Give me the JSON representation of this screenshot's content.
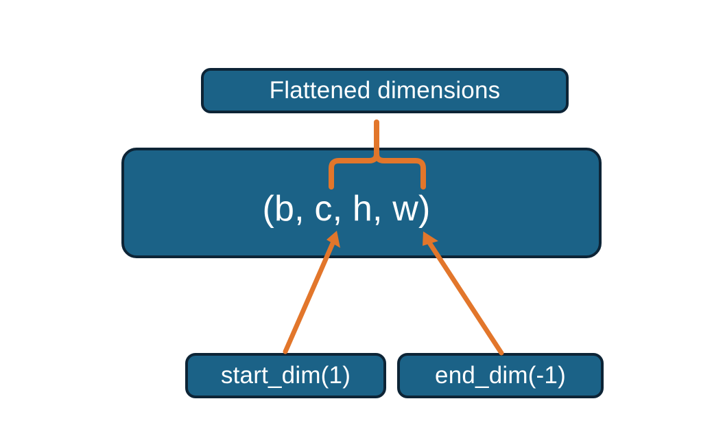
{
  "diagram": {
    "title_box": {
      "label": "Flattened dimensions"
    },
    "tensor_box": {
      "label": "(b, c, h, w)"
    },
    "arg_boxes": [
      {
        "label": "start_dim(1)"
      },
      {
        "label": "end_dim(-1)"
      }
    ],
    "connectors": {
      "brace": {
        "name": "curly-brace-connector",
        "from": "tensor_box",
        "to": "title_box",
        "spans_dims": "c, h, w"
      },
      "arrows": [
        {
          "name": "start-dim-arrow",
          "from": "start_dim(1)",
          "to": "c"
        },
        {
          "name": "end-dim-arrow",
          "from": "end_dim(-1)",
          "to": "w"
        }
      ]
    },
    "colors": {
      "box_fill": "#1b6287",
      "box_border": "#0d2436",
      "box_text": "#ffffff",
      "connector": "#e2762b",
      "background": "#ffffff"
    }
  }
}
